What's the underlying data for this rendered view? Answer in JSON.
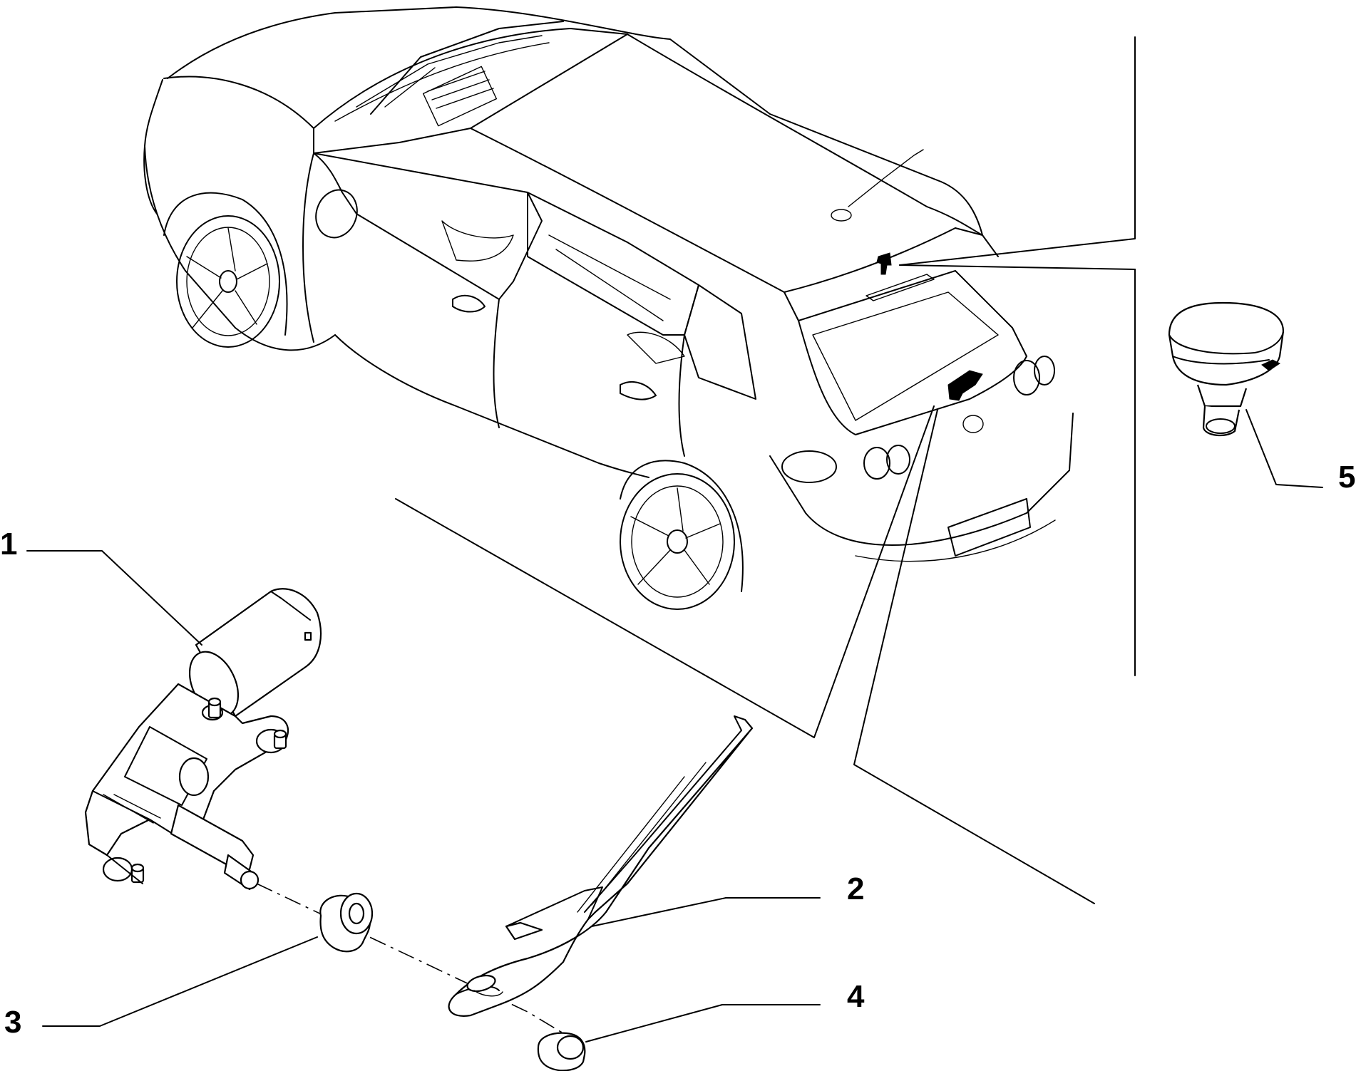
{
  "callouts": [
    {
      "id": "1",
      "label": "1",
      "part": "wiper-motor"
    },
    {
      "id": "2",
      "label": "2",
      "part": "wiper-arm"
    },
    {
      "id": "3",
      "label": "3",
      "part": "grommet"
    },
    {
      "id": "4",
      "label": "4",
      "part": "nut"
    },
    {
      "id": "5",
      "label": "5",
      "part": "washer-nozzle"
    }
  ],
  "colors": {
    "line": "#000000",
    "background": "#ffffff"
  }
}
